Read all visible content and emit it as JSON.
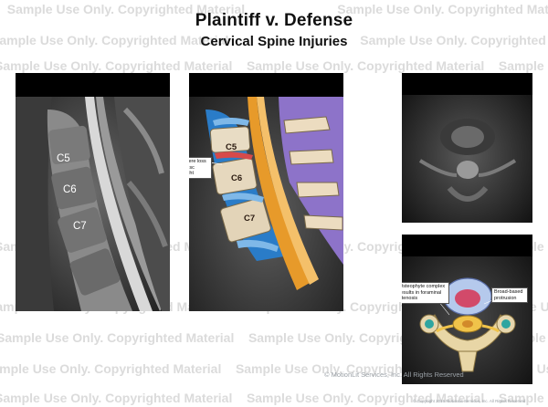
{
  "title": "Plaintiff v. Defense",
  "subtitle": "Cervical Spine Injuries",
  "mri_labels": {
    "c5": "C5",
    "c6": "C6",
    "c7": "C7"
  },
  "illustration_labels": {
    "c5": "C5",
    "c6": "C6",
    "c7": "C7"
  },
  "callouts": {
    "disc_height": "Severe loss of disc height",
    "osteophyte": "Osteophyte complex results in foraminal stenosis",
    "protrusion": "Broad-based protrusion"
  },
  "watermark": "Sample Use Only. Copyrighted Material",
  "copyright_main": "© MotionLit Services, Inc. All Rights Reserved",
  "copyright_small": "© Copyright 2016 MotionLit Services, Inc. All Rights Reserved"
}
